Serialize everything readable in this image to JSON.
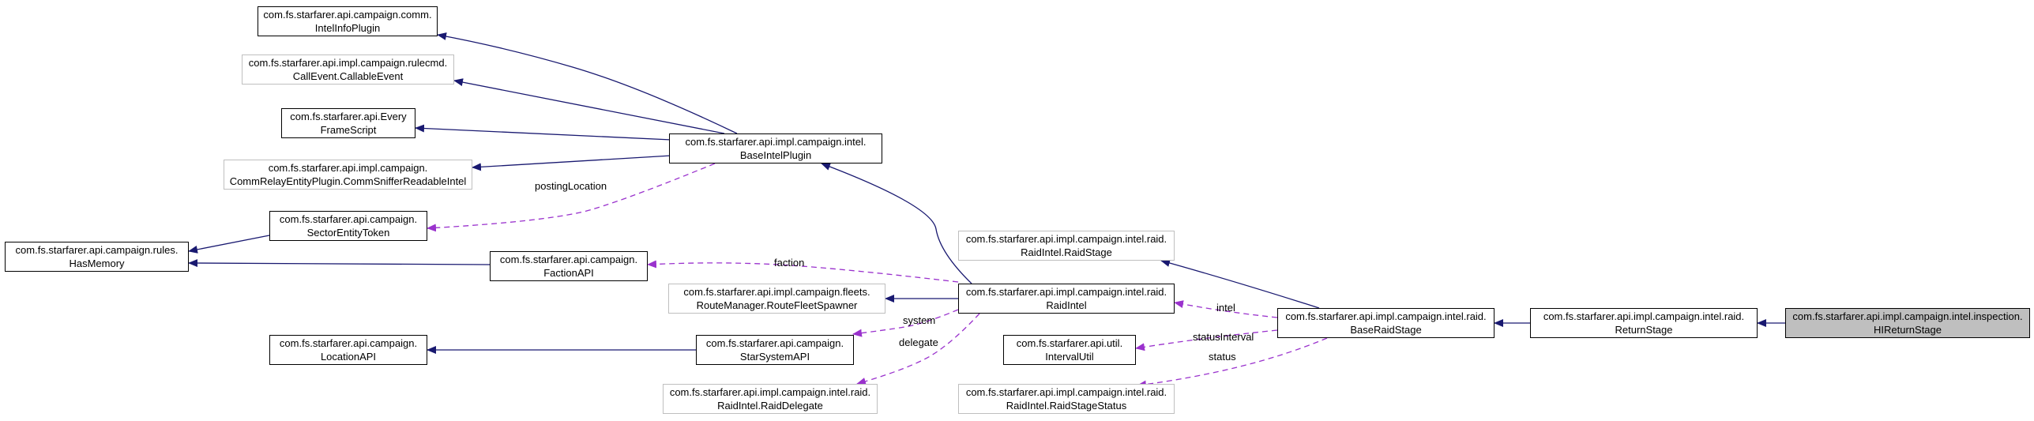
{
  "nodes": [
    {
      "id": "intel_info_plugin",
      "lines": [
        "com.fs.starfarer.api.campaign.comm.",
        "IntelInfoPlugin"
      ],
      "style": "solid"
    },
    {
      "id": "call_event",
      "lines": [
        "com.fs.starfarer.api.impl.campaign.rulecmd.",
        "CallEvent.CallableEvent"
      ],
      "style": "grey"
    },
    {
      "id": "every_frame_script",
      "lines": [
        "com.fs.starfarer.api.Every",
        "FrameScript"
      ],
      "style": "solid"
    },
    {
      "id": "comm_sniffer",
      "lines": [
        "com.fs.starfarer.api.impl.campaign.",
        "CommRelayEntityPlugin.CommSnifferReadableIntel"
      ],
      "style": "grey"
    },
    {
      "id": "sector_entity_token",
      "lines": [
        "com.fs.starfarer.api.campaign.",
        "SectorEntityToken"
      ],
      "style": "solid"
    },
    {
      "id": "has_memory",
      "lines": [
        "com.fs.starfarer.api.campaign.rules.",
        "HasMemory"
      ],
      "style": "solid"
    },
    {
      "id": "faction_api",
      "lines": [
        "com.fs.starfarer.api.campaign.",
        "FactionAPI"
      ],
      "style": "solid"
    },
    {
      "id": "base_intel_plugin",
      "lines": [
        "com.fs.starfarer.api.impl.campaign.intel.",
        "BaseIntelPlugin"
      ],
      "style": "solid"
    },
    {
      "id": "route_fleet_spawner",
      "lines": [
        "com.fs.starfarer.api.impl.campaign.fleets.",
        "RouteManager.RouteFleetSpawner"
      ],
      "style": "grey"
    },
    {
      "id": "location_api",
      "lines": [
        "com.fs.starfarer.api.campaign.",
        "LocationAPI"
      ],
      "style": "solid"
    },
    {
      "id": "star_system_api",
      "lines": [
        "com.fs.starfarer.api.campaign.",
        "StarSystemAPI"
      ],
      "style": "solid"
    },
    {
      "id": "raid_delegate",
      "lines": [
        "com.fs.starfarer.api.impl.campaign.intel.raid.",
        "RaidIntel.RaidDelegate"
      ],
      "style": "grey"
    },
    {
      "id": "raid_stage",
      "lines": [
        "com.fs.starfarer.api.impl.campaign.intel.raid.",
        "RaidIntel.RaidStage"
      ],
      "style": "grey"
    },
    {
      "id": "raid_intel",
      "lines": [
        "com.fs.starfarer.api.impl.campaign.intel.raid.",
        "RaidIntel"
      ],
      "style": "solid"
    },
    {
      "id": "interval_util",
      "lines": [
        "com.fs.starfarer.api.util.",
        "IntervalUtil"
      ],
      "style": "solid"
    },
    {
      "id": "raid_stage_status",
      "lines": [
        "com.fs.starfarer.api.impl.campaign.intel.raid.",
        "RaidIntel.RaidStageStatus"
      ],
      "style": "grey"
    },
    {
      "id": "base_raid_stage",
      "lines": [
        "com.fs.starfarer.api.impl.campaign.intel.raid.",
        "BaseRaidStage"
      ],
      "style": "solid"
    },
    {
      "id": "return_stage",
      "lines": [
        "com.fs.starfarer.api.impl.campaign.intel.raid.",
        "ReturnStage"
      ],
      "style": "solid"
    },
    {
      "id": "hi_return_stage",
      "lines": [
        "com.fs.starfarer.api.impl.campaign.intel.inspection.",
        "HIReturnStage"
      ],
      "style": "root"
    }
  ],
  "edges": [
    {
      "from": "base_intel_plugin",
      "to": "intel_info_plugin",
      "kind": "inherit",
      "label": ""
    },
    {
      "from": "base_intel_plugin",
      "to": "call_event",
      "kind": "inherit",
      "label": ""
    },
    {
      "from": "base_intel_plugin",
      "to": "every_frame_script",
      "kind": "inherit",
      "label": ""
    },
    {
      "from": "base_intel_plugin",
      "to": "comm_sniffer",
      "kind": "inherit",
      "label": ""
    },
    {
      "from": "base_intel_plugin",
      "to": "sector_entity_token",
      "kind": "use",
      "label": "postingLocation"
    },
    {
      "from": "sector_entity_token",
      "to": "has_memory",
      "kind": "inherit",
      "label": ""
    },
    {
      "from": "faction_api",
      "to": "has_memory",
      "kind": "inherit",
      "label": ""
    },
    {
      "from": "raid_intel",
      "to": "base_intel_plugin",
      "kind": "inherit",
      "label": ""
    },
    {
      "from": "raid_intel",
      "to": "faction_api",
      "kind": "use",
      "label": "faction"
    },
    {
      "from": "raid_intel",
      "to": "route_fleet_spawner",
      "kind": "inherit",
      "label": ""
    },
    {
      "from": "raid_intel",
      "to": "star_system_api",
      "kind": "use",
      "label": "system"
    },
    {
      "from": "raid_intel",
      "to": "raid_delegate",
      "kind": "use",
      "label": "delegate"
    },
    {
      "from": "star_system_api",
      "to": "location_api",
      "kind": "inherit",
      "label": ""
    },
    {
      "from": "base_raid_stage",
      "to": "raid_stage",
      "kind": "inherit",
      "label": ""
    },
    {
      "from": "base_raid_stage",
      "to": "raid_intel",
      "kind": "use",
      "label": "intel"
    },
    {
      "from": "base_raid_stage",
      "to": "interval_util",
      "kind": "use",
      "label": "statusInterval"
    },
    {
      "from": "base_raid_stage",
      "to": "raid_stage_status",
      "kind": "use",
      "label": "status"
    },
    {
      "from": "return_stage",
      "to": "base_raid_stage",
      "kind": "inherit",
      "label": ""
    },
    {
      "from": "hi_return_stage",
      "to": "return_stage",
      "kind": "inherit",
      "label": ""
    }
  ],
  "colors": {
    "inherit": "#191970",
    "use": "#9a32cd",
    "grey_border": "#bfbfbf",
    "root_fill": "#bfbfbf"
  }
}
